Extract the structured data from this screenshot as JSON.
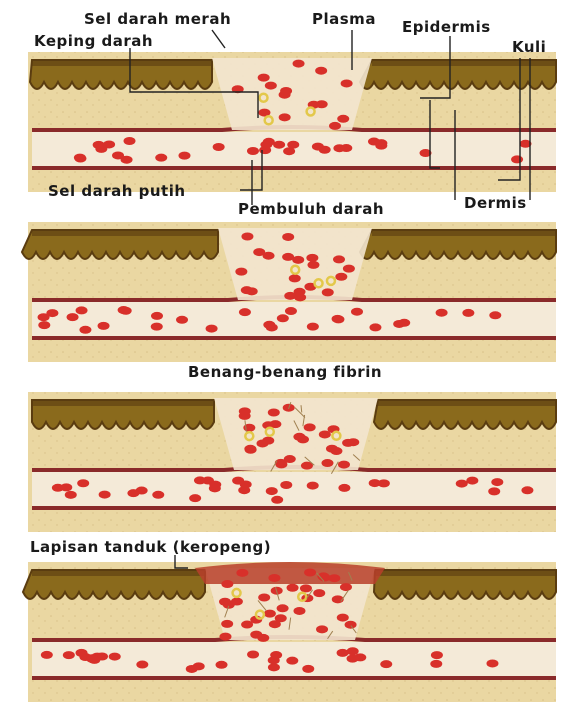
{
  "labels": {
    "sel_darah_merah": "Sel darah merah",
    "plasma": "Plasma",
    "epidermis": "Epidermis",
    "keping_darah": "Keping darah",
    "kulit": "Kuli",
    "sel_darah_putih": "Sel darah putih",
    "pembuluh_darah": "Pembuluh darah",
    "dermis": "Dermis",
    "benang_fibrin": "Benang-benang fibrin",
    "lapisan_tanduk": "Lapisan tanduk (keropeng)"
  },
  "colors": {
    "epidermis": "#8a6a1c",
    "epidermis_dark": "#5a3c10",
    "dermis": "#e8d49a",
    "vessel_wall": "#8a2a2a",
    "vessel_lumen": "#f4ead8",
    "red_cell": "#d8302a",
    "white_cell": "#e3c84a",
    "background": "#ffffff"
  },
  "panels": [
    {
      "stage": "1"
    },
    {
      "stage": "2"
    },
    {
      "stage": "3"
    },
    {
      "stage": "4"
    }
  ]
}
